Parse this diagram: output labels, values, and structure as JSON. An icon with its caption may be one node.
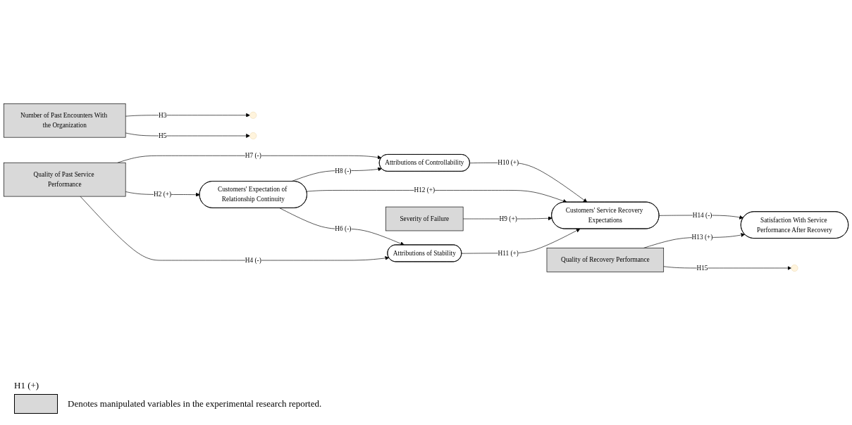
{
  "diagram": {
    "nodes": [
      {
        "text": [
          "Number of Past Encounters With the Organization"
        ]
      },
      {
        "text": [
          "Quality of Past Service Performance"
        ]
      },
      {
        "text": [
          "Customers' Expectation of Relationship Continuity"
        ]
      },
      {
        "text": [
          "Attributions of Stability"
        ]
      },
      {
        "text": [
          "Attributions of Controllability"
        ]
      },
      {
        "text": [
          "Customers' Service Recovery Expectations"
        ]
      },
      {
        "text": [
          "Satisfaction With Service Performance After Recovery"
        ]
      },
      {
        "text": [
          "Severity of Failure"
        ]
      },
      {
        "text": [
          "Quality of Recovery Performance"
        ]
      }
    ],
    "edges": [
      {
        "from": 1,
        "to": 3,
        "arrow": "to",
        "label": "H4 (-)"
      },
      {
        "from": 0,
        "to": null,
        "arrow": "to",
        "label": "H5"
      },
      {
        "from": 0,
        "to": null,
        "arrow": "to",
        "label": "H3"
      },
      {
        "from": 1,
        "to": 2,
        "arrow": "to",
        "label": "H2 (+)"
      },
      {
        "from": 1,
        "to": 4,
        "arrow": "to",
        "label": "H7 (-)"
      },
      {
        "from": 2,
        "to": 3,
        "arrow": "to",
        "label": "H6 (-)"
      },
      {
        "from": 2,
        "to": 5,
        "arrow": "to",
        "label": "H12 (+)"
      },
      {
        "from": 2,
        "to": 4,
        "arrow": "to",
        "label": "H8 (-)"
      },
      {
        "from": 3,
        "to": 5,
        "arrow": "to",
        "label": "H11 (+)"
      },
      {
        "from": 4,
        "to": 5,
        "arrow": "to",
        "label": "H10 (+)"
      },
      {
        "from": 7,
        "to": 5,
        "arrow": "to",
        "label": "H9 (+)"
      },
      {
        "from": 5,
        "to": 6,
        "arrow": "to",
        "label": "H14 (-)"
      },
      {
        "from": 8,
        "to": null,
        "arrow": "to",
        "label": "H15"
      },
      {
        "from": 8,
        "to": 6,
        "arrow": "to",
        "label": "H13 (+)"
      }
    ],
    "labels": [
      "H1 (+)"
    ],
    "legend": [
      {
        "text": "Denotes manipulated variables in the experimental research reported.",
        "color": "#d9d9d9"
      }
    ]
  }
}
